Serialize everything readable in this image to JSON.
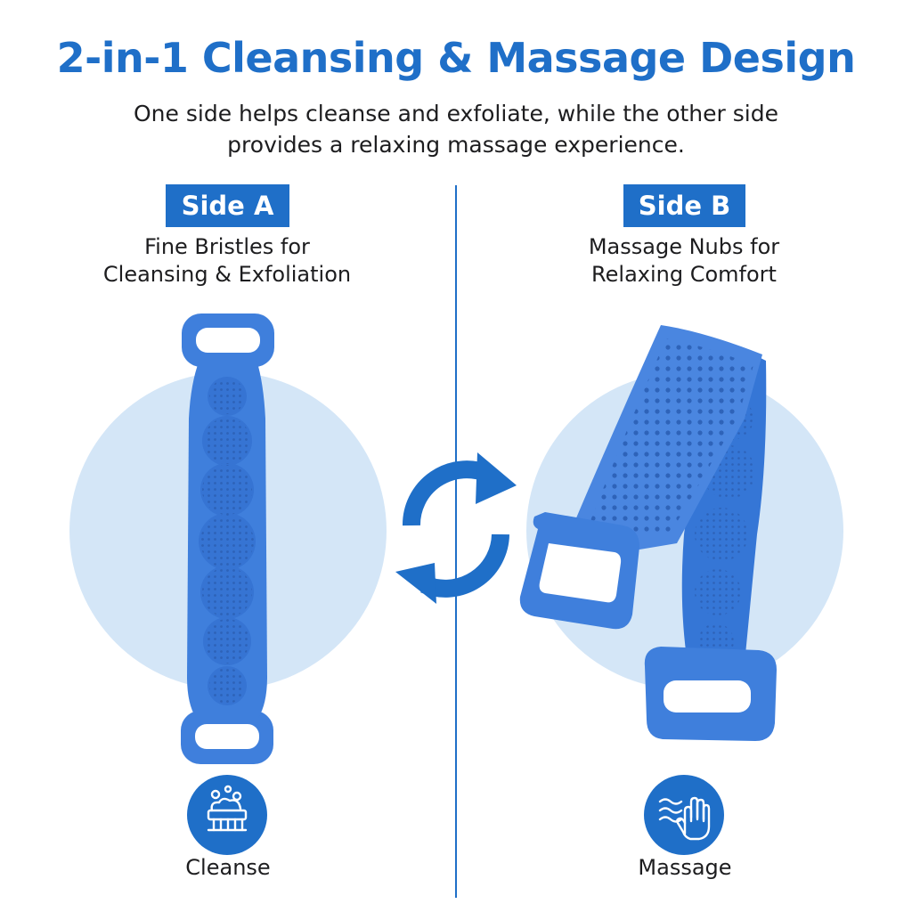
{
  "header": {
    "title": "2-in-1 Cleansing & Massage Design",
    "subtitle_line1": "One side helps cleanse and exfoliate, while the other side",
    "subtitle_line2": "provides a relaxing massage experience."
  },
  "side_a": {
    "badge": "Side A",
    "desc_line1": "Fine Bristles for",
    "desc_line2": "Cleansing & Exfoliation",
    "icon_name": "bubbles-brush-icon",
    "icon_label": "Cleanse"
  },
  "side_b": {
    "badge": "Side B",
    "desc_line1": "Massage Nubs for",
    "desc_line2": "Relaxing Comfort",
    "icon_name": "waves-hand-icon",
    "icon_label": "Massage"
  },
  "center_icon": "swap-arrows-icon",
  "colors": {
    "accent": "#1f6fc8",
    "product_blue": "#3f7fdc",
    "circle_bg": "#d4e6f7"
  }
}
